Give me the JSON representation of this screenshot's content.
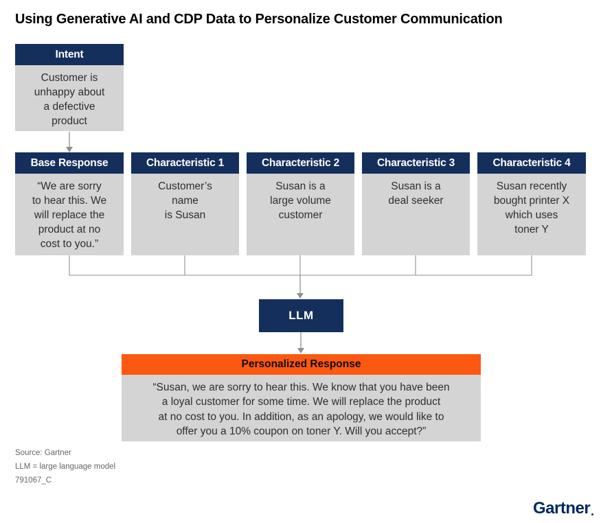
{
  "page": {
    "title": "Using Generative AI and CDP Data to Personalize Customer Communication"
  },
  "boxes": {
    "intent": {
      "title": "Intent",
      "body": "Customer is\nunhappy about\na defective\nproduct"
    },
    "base_response": {
      "title": "Base Response",
      "body": "“We are sorry\nto hear this. We\nwill replace the\nproduct at no\ncost to you.”"
    },
    "characteristic_1": {
      "title": "Characteristic 1",
      "body": "Customer’s\nname\nis Susan"
    },
    "characteristic_2": {
      "title": "Characteristic 2",
      "body": "Susan is a\nlarge volume\ncustomer"
    },
    "characteristic_3": {
      "title": "Characteristic 3",
      "body": "Susan is a\ndeal seeker"
    },
    "characteristic_4": {
      "title": "Characteristic 4",
      "body": "Susan recently\nbought printer X\nwhich uses\ntoner Y"
    },
    "llm": {
      "title": "LLM"
    },
    "personalized_response": {
      "title": "Personalized Response",
      "body": "“Susan, we are sorry to hear this. We know that you have been\na loyal customer for some time. We will replace the product\nat no cost to you. In addition, as an apology, we would like to\noffer you a 10% coupon on toner Y. Will you accept?”"
    }
  },
  "footer": {
    "source": "Source: Gartner",
    "abbreviation": "LLM = large language model",
    "document_code": "791067_C"
  },
  "logo": {
    "text": "Gartner"
  },
  "colors": {
    "navy": "#152F5C",
    "orange": "#FB5811",
    "box_gray": "#D4D4D4",
    "connector_gray": "#8F8F8F",
    "logo_navy": "#00295C"
  }
}
